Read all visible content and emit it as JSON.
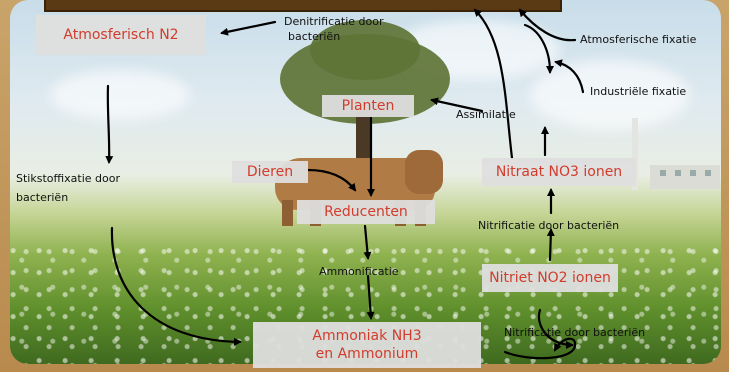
{
  "nodes": {
    "atmosferisch_n2": "Atmosferisch N2",
    "planten": "Planten",
    "dieren": "Dieren",
    "reducenten": "Reducenten",
    "ammoniak_line1": "Ammoniak NH3",
    "ammoniak_line2": "en Ammonium",
    "nitraat": "Nitraat NO3 ionen",
    "nitriet": "Nitriet NO2 ionen"
  },
  "labels": {
    "denitrificatie_line1": "Denitrificatie door",
    "denitrificatie_line2": "bacteriën",
    "atmosferische_fixatie": "Atmosferische fixatie",
    "industriele_fixatie": "Industriële fixatie",
    "assimilatie": "Assimilatie",
    "stikstoffixatie_line1": "Stikstoffixatie door",
    "stikstoffixatie_line2": "bacteriën",
    "ammonificatie": "Ammonificatie",
    "nitrificatie_upper": "Nitrificatie door bacteriën",
    "nitrificatie_lower": "Nitrificatie door bacteriën"
  },
  "colors": {
    "box_fill": "#dedede",
    "box_text": "#d23c2c",
    "arrow": "#000000",
    "frame": "#b98a4e"
  }
}
